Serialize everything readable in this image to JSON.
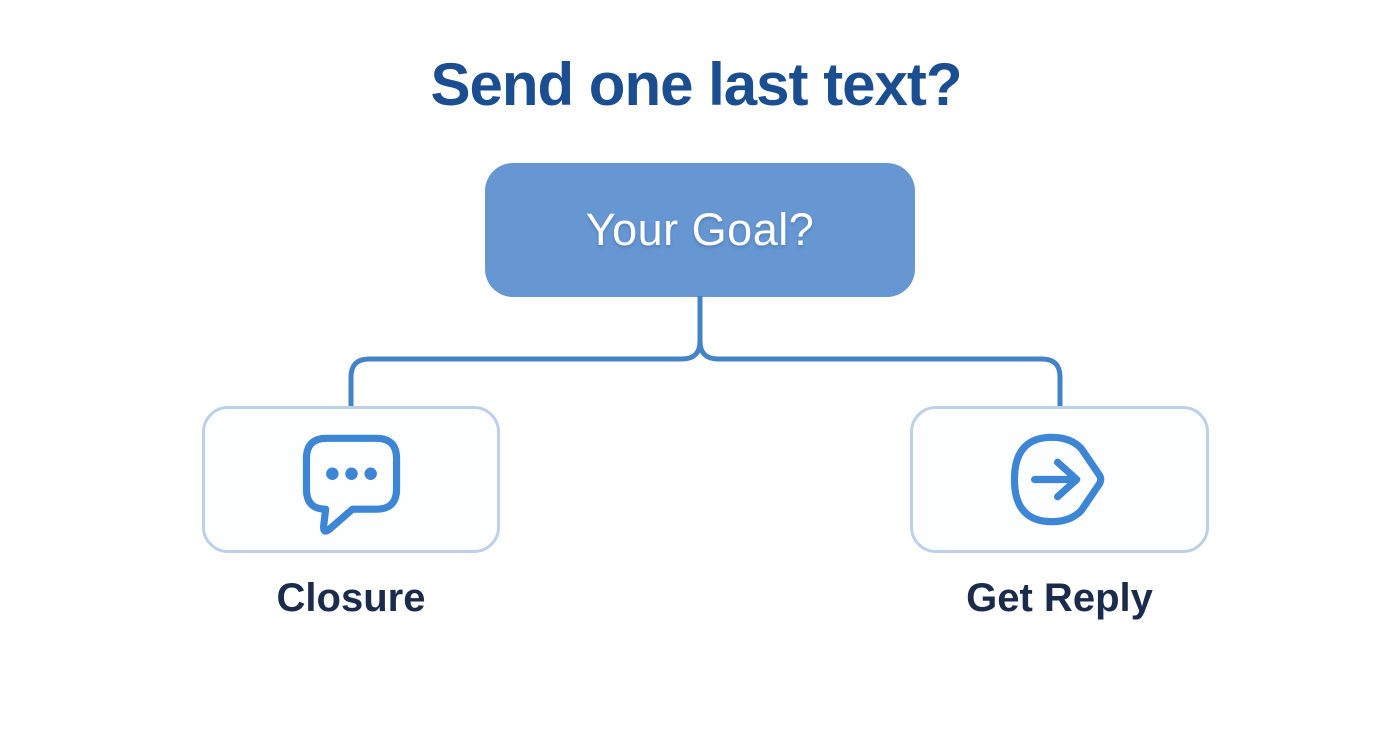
{
  "title": "Send one last text?",
  "flowchart": {
    "root": {
      "label": "Your Goal?"
    },
    "branches": [
      {
        "label": "Closure",
        "icon": "chat-ellipsis-icon"
      },
      {
        "label": "Get Reply",
        "icon": "send-reply-icon"
      }
    ]
  },
  "colors": {
    "background": "#ffffff",
    "title_text": "#1b4e90",
    "root_box_bg": "#6797d3",
    "root_box_text": "#ffffff",
    "connector": "#4483c7",
    "branch_box_border": "#bcd1e9",
    "branch_box_bg": "#fdfeff",
    "icon_stroke": "#3d85d5",
    "label_text": "#1b2b4b"
  }
}
